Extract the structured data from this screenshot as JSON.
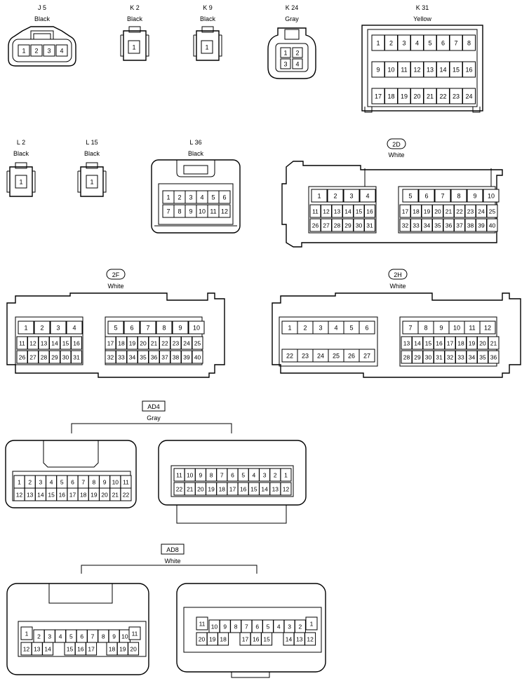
{
  "connectors": {
    "j5": {
      "code": "J 5",
      "color": "Black"
    },
    "k2": {
      "code": "K 2",
      "color": "Black"
    },
    "k9": {
      "code": "K 9",
      "color": "Black"
    },
    "k24": {
      "code": "K 24",
      "color": "Gray"
    },
    "k31": {
      "code": "K 31",
      "color": "Yellow"
    },
    "l2": {
      "code": "L 2",
      "color": "Black"
    },
    "l15": {
      "code": "L 15",
      "color": "Black"
    },
    "l36": {
      "code": "L 36",
      "color": "Black"
    },
    "c2d": {
      "code": "2D",
      "color": "White"
    },
    "c2f": {
      "code": "2F",
      "color": "White"
    },
    "c2h": {
      "code": "2H",
      "color": "White"
    },
    "ad4": {
      "code": "AD4",
      "color": "Gray"
    },
    "ad8": {
      "code": "AD8",
      "color": "White"
    }
  },
  "pins": {
    "j5": [
      "1",
      "2",
      "3",
      "4"
    ],
    "k2": [
      "1"
    ],
    "k9": [
      "1"
    ],
    "k24": [
      "1",
      "2",
      "3",
      "4"
    ],
    "k31": [
      "1",
      "2",
      "3",
      "4",
      "5",
      "6",
      "7",
      "8",
      "9",
      "10",
      "11",
      "12",
      "13",
      "14",
      "15",
      "16",
      "17",
      "18",
      "19",
      "20",
      "21",
      "22",
      "23",
      "24"
    ],
    "l2": [
      "1"
    ],
    "l15": [
      "1"
    ],
    "l36": [
      "1",
      "2",
      "3",
      "4",
      "5",
      "6",
      "7",
      "8",
      "9",
      "10",
      "11",
      "12"
    ],
    "c2d": [
      "1",
      "2",
      "3",
      "4",
      "5",
      "6",
      "7",
      "8",
      "9",
      "10",
      "11",
      "12",
      "13",
      "14",
      "15",
      "16",
      "17",
      "18",
      "19",
      "20",
      "21",
      "22",
      "23",
      "24",
      "25",
      "26",
      "27",
      "28",
      "29",
      "30",
      "31",
      "32",
      "33",
      "34",
      "35",
      "36",
      "37",
      "38",
      "39",
      "40"
    ],
    "c2f": [
      "1",
      "2",
      "3",
      "4",
      "5",
      "6",
      "7",
      "8",
      "9",
      "10",
      "11",
      "12",
      "13",
      "14",
      "15",
      "16",
      "17",
      "18",
      "19",
      "20",
      "21",
      "22",
      "23",
      "24",
      "25",
      "26",
      "27",
      "28",
      "29",
      "30",
      "31",
      "32",
      "33",
      "34",
      "35",
      "36",
      "37",
      "38",
      "39",
      "40"
    ],
    "c2h": [
      "1",
      "2",
      "3",
      "4",
      "5",
      "6",
      "7",
      "8",
      "9",
      "10",
      "11",
      "12",
      "13",
      "14",
      "15",
      "16",
      "17",
      "18",
      "19",
      "20",
      "21",
      "22",
      "23",
      "24",
      "25",
      "26",
      "27",
      "28",
      "29",
      "30",
      "31",
      "32",
      "33",
      "34",
      "35",
      "36"
    ],
    "ad4_left": [
      "1",
      "2",
      "3",
      "4",
      "5",
      "6",
      "7",
      "8",
      "9",
      "10",
      "11",
      "12",
      "13",
      "14",
      "15",
      "16",
      "17",
      "18",
      "19",
      "20",
      "21",
      "22"
    ],
    "ad4_right": [
      "11",
      "10",
      "9",
      "8",
      "7",
      "6",
      "5",
      "4",
      "3",
      "2",
      "1",
      "22",
      "21",
      "20",
      "19",
      "18",
      "17",
      "16",
      "15",
      "14",
      "13",
      "12"
    ],
    "ad8_left": [
      "1",
      "2",
      "3",
      "4",
      "5",
      "6",
      "7",
      "8",
      "9",
      "10",
      "11",
      "12",
      "13",
      "14",
      "15",
      "16",
      "17",
      "18",
      "19",
      "20"
    ],
    "ad8_right": [
      "11",
      "10",
      "9",
      "8",
      "7",
      "6",
      "5",
      "4",
      "3",
      "2",
      "1",
      "20",
      "19",
      "18",
      "17",
      "16",
      "15",
      "14",
      "13",
      "12"
    ]
  }
}
